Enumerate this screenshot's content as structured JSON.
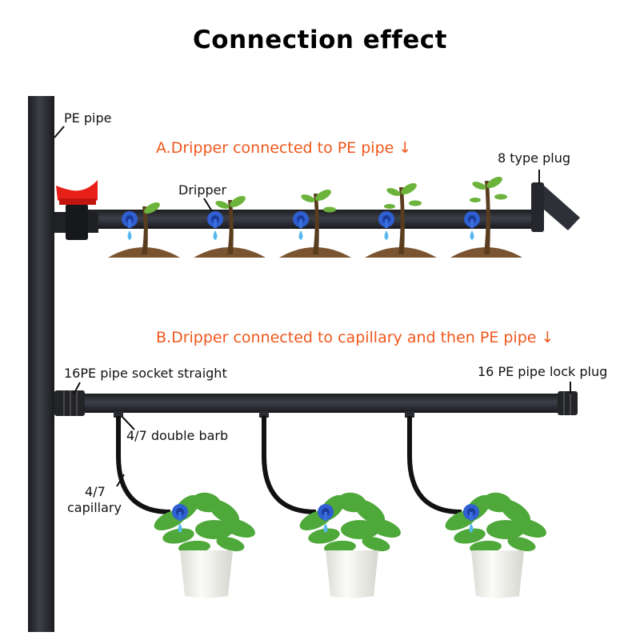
{
  "title": "Connection effect",
  "colors": {
    "accent": "#f0571c",
    "pipe": "#2b2d33",
    "valve": "#e8201a",
    "dripper": "#2f5fd0",
    "water": "#57b8ef",
    "soil": "#7a5330",
    "leaf": "#6bb33a",
    "pot": "#f2f2ee"
  },
  "section_a": {
    "heading": "A.Dripper connected to PE pipe ↓",
    "labels": {
      "pe_pipe": "PE pipe",
      "dripper": "Dripper",
      "plug": "8 type plug"
    },
    "plant_count": 5
  },
  "section_b": {
    "heading": "B.Dripper connected to capillary and then PE pipe ↓",
    "labels": {
      "socket": "16PE pipe socket straight",
      "lock_plug": "16 PE pipe lock plug",
      "double_barb": "4/7 double barb",
      "capillary_line1": "4/7",
      "capillary_line2": "capillary"
    },
    "pot_count": 3
  }
}
